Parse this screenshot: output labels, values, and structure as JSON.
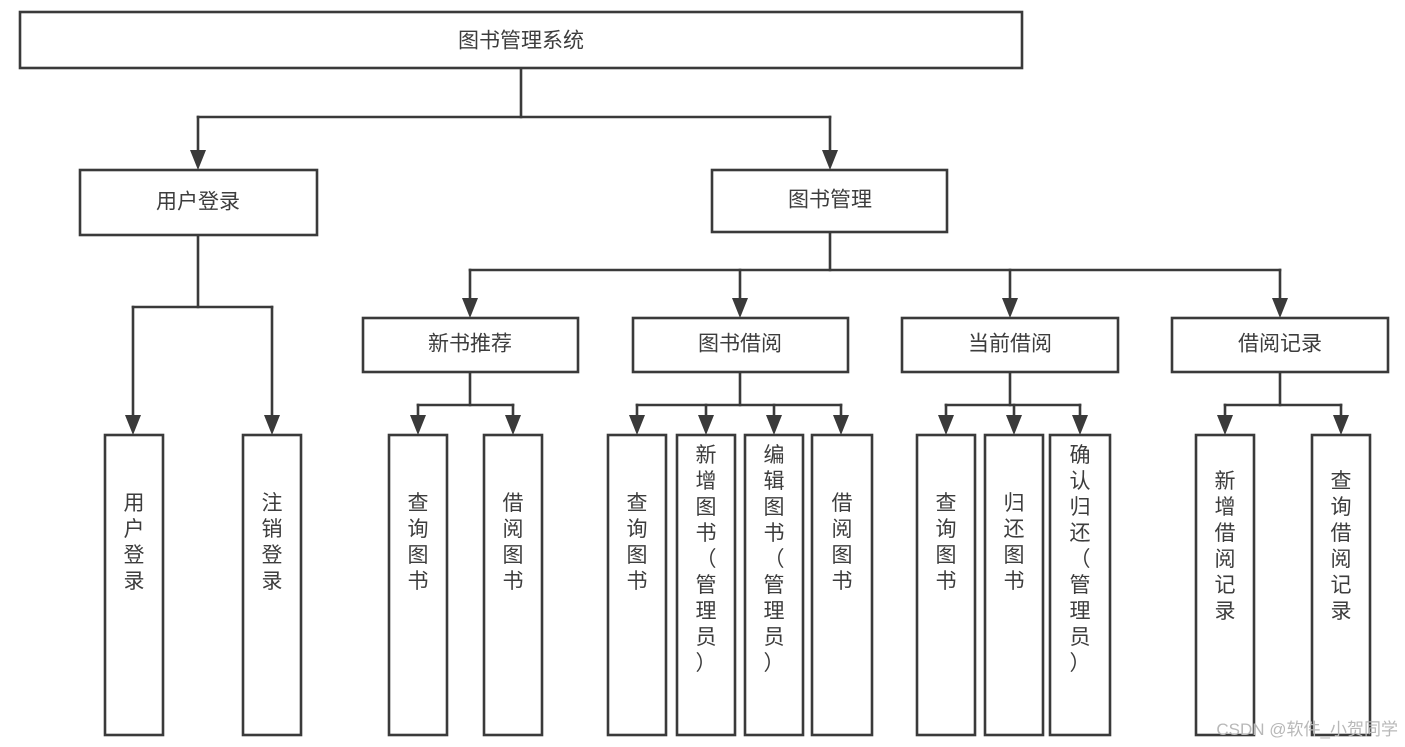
{
  "diagram": {
    "type": "tree-flowchart",
    "orientation": "top-down",
    "title_node": "图书管理系统",
    "colors": {
      "box_stroke": "#3a3a3a",
      "box_fill": "#ffffff",
      "connector": "#3a3a3a",
      "text": "#3d3d3d",
      "watermark": "#b8b8b8",
      "background": "#ffffff"
    },
    "levels": {
      "root": {
        "label": "图书管理系统"
      },
      "level2": [
        {
          "label": "用户登录"
        },
        {
          "label": "图书管理"
        }
      ],
      "level3": [
        {
          "label": "新书推荐"
        },
        {
          "label": "图书借阅"
        },
        {
          "label": "当前借阅"
        },
        {
          "label": "借阅记录"
        }
      ],
      "leaves": {
        "user_login": [
          {
            "label": "用户登录"
          },
          {
            "label": "注销登录"
          }
        ],
        "new_book_recommend": [
          {
            "label": "查询图书"
          },
          {
            "label": "借阅图书"
          }
        ],
        "book_borrow": [
          {
            "label": "查询图书"
          },
          {
            "label": "新增图书（管理员）"
          },
          {
            "label": "编辑图书（管理员）"
          },
          {
            "label": "借阅图书"
          }
        ],
        "current_borrow": [
          {
            "label": "查询图书"
          },
          {
            "label": "归还图书"
          },
          {
            "label": "确认归还（管理员）"
          }
        ],
        "borrow_record": [
          {
            "label": "新增借阅记录"
          },
          {
            "label": "查询借阅记录"
          }
        ]
      }
    }
  },
  "watermark": {
    "text": "CSDN @软件_小贺同学"
  }
}
